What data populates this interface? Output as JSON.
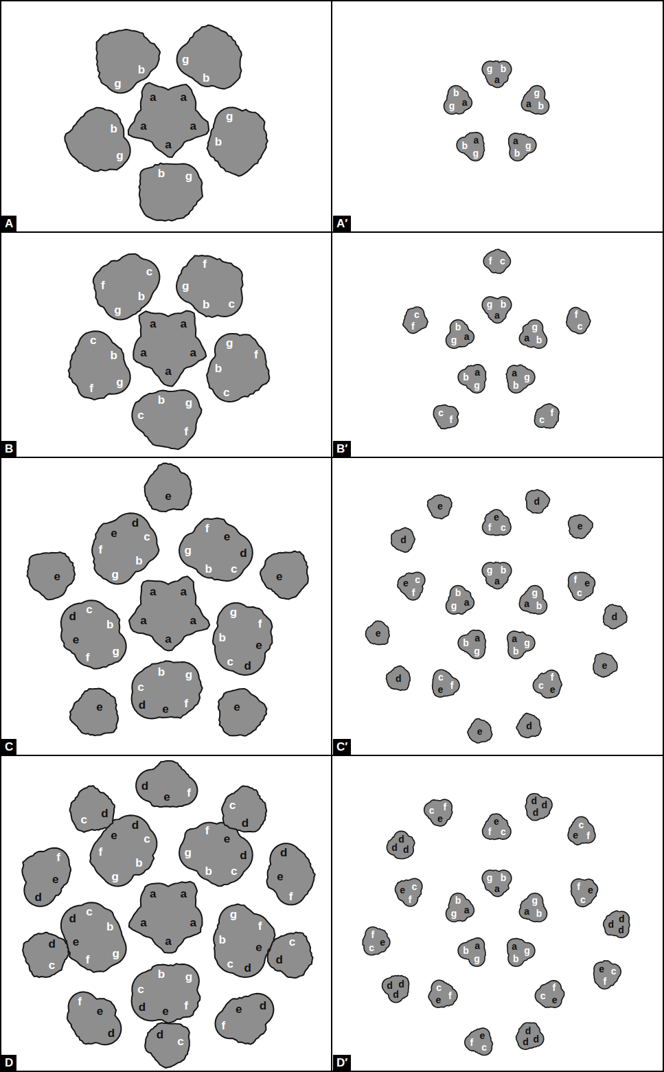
{
  "diagram": {
    "nodes": [
      {
        "text": [
          "a",
          "a",
          "a",
          "a",
          "a"
        ]
      },
      {
        "text": [
          "b",
          "g"
        ]
      },
      {
        "text": [
          "b",
          "g"
        ]
      },
      {
        "text": [
          "b",
          "g"
        ]
      },
      {
        "text": [
          "b",
          "g"
        ]
      },
      {
        "text": [
          "b",
          "g"
        ]
      },
      {
        "text": [
          "g",
          "b",
          "a"
        ]
      },
      {
        "text": [
          "g",
          "b",
          "a"
        ]
      },
      {
        "text": [
          "g",
          "b",
          "a"
        ]
      },
      {
        "text": [
          "g",
          "b",
          "a"
        ]
      },
      {
        "text": [
          "g",
          "b",
          "a"
        ]
      },
      {
        "text": [
          "a",
          "a",
          "a",
          "a",
          "a"
        ]
      },
      {
        "text": [
          "b",
          "g",
          "c",
          "f"
        ]
      },
      {
        "text": [
          "b",
          "g",
          "c",
          "f"
        ]
      },
      {
        "text": [
          "b",
          "g",
          "c",
          "f"
        ]
      },
      {
        "text": [
          "b",
          "g",
          "c",
          "f"
        ]
      },
      {
        "text": [
          "b",
          "g",
          "c",
          "f"
        ]
      },
      {
        "text": [
          "g",
          "b",
          "a"
        ]
      },
      {
        "text": [
          "g",
          "b",
          "a"
        ]
      },
      {
        "text": [
          "g",
          "b",
          "a"
        ]
      },
      {
        "text": [
          "g",
          "b",
          "a"
        ]
      },
      {
        "text": [
          "g",
          "b",
          "a"
        ]
      },
      {
        "text": [
          "f",
          "c"
        ]
      },
      {
        "text": [
          "f",
          "c"
        ]
      },
      {
        "text": [
          "f",
          "c"
        ]
      },
      {
        "text": [
          "f",
          "c"
        ]
      },
      {
        "text": [
          "f",
          "c"
        ]
      },
      {
        "text": [
          "a",
          "a",
          "a",
          "a",
          "a"
        ]
      },
      {
        "text": [
          "b",
          "g",
          "c",
          "f",
          "d",
          "e"
        ]
      },
      {
        "text": [
          "b",
          "g",
          "c",
          "f",
          "d",
          "e"
        ]
      },
      {
        "text": [
          "b",
          "g",
          "c",
          "f",
          "d",
          "e"
        ]
      },
      {
        "text": [
          "b",
          "g",
          "c",
          "f",
          "d",
          "e"
        ]
      },
      {
        "text": [
          "b",
          "g",
          "c",
          "f",
          "d",
          "e"
        ]
      },
      {
        "text": [
          "e"
        ]
      },
      {
        "text": [
          "e"
        ]
      },
      {
        "text": [
          "e"
        ]
      },
      {
        "text": [
          "e"
        ]
      },
      {
        "text": [
          "e"
        ]
      },
      {
        "text": [
          "g",
          "b",
          "a"
        ]
      },
      {
        "text": [
          "g",
          "b",
          "a"
        ]
      },
      {
        "text": [
          "g",
          "b",
          "a"
        ]
      },
      {
        "text": [
          "g",
          "b",
          "a"
        ]
      },
      {
        "text": [
          "g",
          "b",
          "a"
        ]
      },
      {
        "text": [
          "e",
          "f",
          "c"
        ]
      },
      {
        "text": [
          "e",
          "f",
          "c"
        ]
      },
      {
        "text": [
          "e",
          "f",
          "c"
        ]
      },
      {
        "text": [
          "e",
          "f",
          "c"
        ]
      },
      {
        "text": [
          "e",
          "f",
          "c"
        ]
      },
      {
        "text": [
          "e"
        ]
      },
      {
        "text": [
          "d"
        ]
      },
      {
        "text": [
          "e"
        ]
      },
      {
        "text": [
          "d"
        ]
      },
      {
        "text": [
          "e"
        ]
      },
      {
        "text": [
          "d"
        ]
      },
      {
        "text": [
          "e"
        ]
      },
      {
        "text": [
          "d"
        ]
      },
      {
        "text": [
          "e"
        ]
      },
      {
        "text": [
          "d"
        ]
      },
      {
        "text": [
          "a",
          "a",
          "a",
          "a",
          "a"
        ]
      },
      {
        "text": [
          "b",
          "g",
          "c",
          "f",
          "d",
          "e"
        ]
      },
      {
        "text": [
          "b",
          "g",
          "c",
          "f",
          "d",
          "e"
        ]
      },
      {
        "text": [
          "b",
          "g",
          "c",
          "f",
          "d",
          "e"
        ]
      },
      {
        "text": [
          "b",
          "g",
          "c",
          "f",
          "d",
          "e"
        ]
      },
      {
        "text": [
          "b",
          "g",
          "c",
          "f",
          "d",
          "e"
        ]
      },
      {
        "text": [
          "c",
          "d"
        ]
      },
      {
        "text": [
          "d",
          "e",
          "f"
        ]
      },
      {
        "text": [
          "c",
          "d"
        ]
      },
      {
        "text": [
          "d",
          "e",
          "f"
        ]
      },
      {
        "text": [
          "c",
          "d"
        ]
      },
      {
        "text": [
          "d",
          "e",
          "f"
        ]
      },
      {
        "text": [
          "c",
          "d"
        ]
      },
      {
        "text": [
          "d",
          "e",
          "f"
        ]
      },
      {
        "text": [
          "c",
          "d"
        ]
      },
      {
        "text": [
          "d",
          "e",
          "f"
        ]
      },
      {
        "text": [
          "g",
          "b",
          "a"
        ]
      },
      {
        "text": [
          "g",
          "b",
          "a"
        ]
      },
      {
        "text": [
          "g",
          "b",
          "a"
        ]
      },
      {
        "text": [
          "g",
          "b",
          "a"
        ]
      },
      {
        "text": [
          "g",
          "b",
          "a"
        ]
      },
      {
        "text": [
          "e",
          "f",
          "c"
        ]
      },
      {
        "text": [
          "e",
          "f",
          "c"
        ]
      },
      {
        "text": [
          "e",
          "f",
          "c"
        ]
      },
      {
        "text": [
          "e",
          "f",
          "c"
        ]
      },
      {
        "text": [
          "e",
          "f",
          "c"
        ]
      },
      {
        "text": [
          "c",
          "f",
          "e"
        ]
      },
      {
        "text": [
          "d",
          "d",
          "d"
        ]
      },
      {
        "text": [
          "c",
          "f",
          "e"
        ]
      },
      {
        "text": [
          "d",
          "d",
          "d"
        ]
      },
      {
        "text": [
          "c",
          "f",
          "e"
        ]
      },
      {
        "text": [
          "d",
          "d",
          "d"
        ]
      },
      {
        "text": [
          "c",
          "f",
          "e"
        ]
      },
      {
        "text": [
          "d",
          "d",
          "d"
        ]
      },
      {
        "text": [
          "c",
          "f",
          "e"
        ]
      },
      {
        "text": [
          "d",
          "d",
          "d"
        ]
      }
    ],
    "labels": [
      "A",
      "A′",
      "B",
      "B′",
      "C",
      "C′",
      "D",
      "D′"
    ]
  }
}
